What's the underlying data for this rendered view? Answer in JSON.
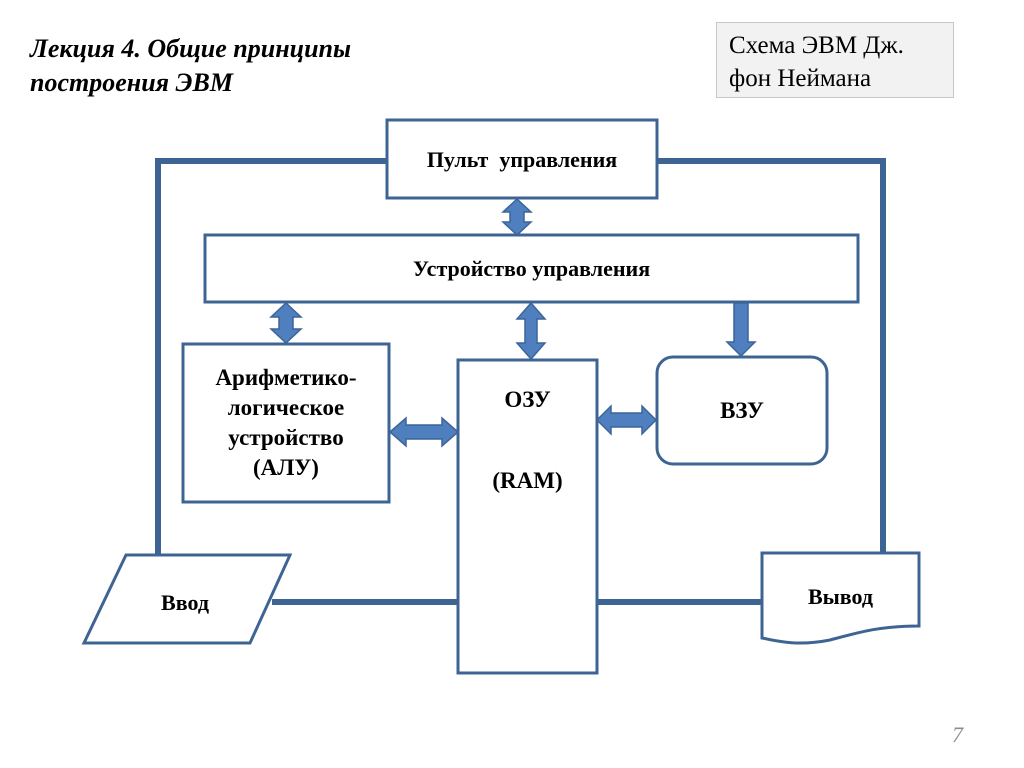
{
  "slide": {
    "title_line1": "Лекция 4. Общие принципы",
    "title_line2": "построения ЭВМ",
    "caption_line1": "Схема ЭВМ  Дж.",
    "caption_line2": "фон Неймана",
    "page_number": "7"
  },
  "nodes": {
    "control_panel": "Пульт  управления",
    "control_unit": "Устройство управления",
    "alu_line1": "Арифметико-",
    "alu_line2": "логическое",
    "alu_line3": "устройство",
    "alu_line4": "(АЛУ)",
    "ram_line1": "ОЗУ",
    "ram_line2": "(RAM)",
    "external_storage": "ВЗУ",
    "input": "Ввод",
    "output": "Вывод"
  },
  "colors": {
    "line": "#3e6494",
    "arrow_fill": "#4f7fbe",
    "arrow_stroke": "#3c6598"
  }
}
